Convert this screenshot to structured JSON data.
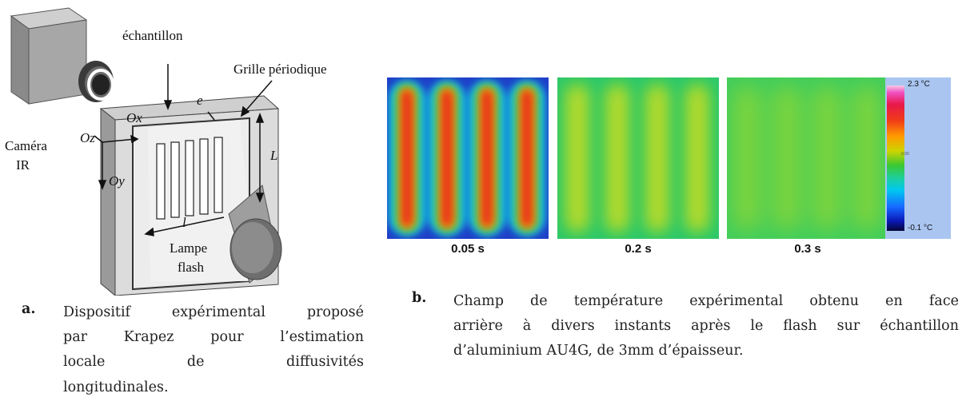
{
  "figure_a": {
    "labels": {
      "camera": "Caméra",
      "camera_ir": "IR",
      "sample": "échantillon",
      "grid": "Grille périodique",
      "e": "e",
      "ox": "Ox",
      "oz": "Oz",
      "oy": "Oy",
      "L": "L",
      "l": "l",
      "lamp": "Lampe",
      "flash": "flash"
    },
    "caption": {
      "letter": "a.",
      "lines": [
        "Dispositif expérimental proposé",
        "par Krapez pour l’estimation",
        "locale de diffusivités",
        "longitudinales."
      ]
    }
  },
  "figure_b": {
    "frames": [
      {
        "time": "0.05 s",
        "level": "high"
      },
      {
        "time": "0.2 s",
        "level": "mid"
      },
      {
        "time": "0.3 s",
        "level": "low"
      }
    ],
    "colorbar": {
      "max": "2.3 °C",
      "min": "-0.1 °C",
      "mid": "0.90"
    },
    "caption": {
      "letter": "b.",
      "lines": [
        "Champ de température expérimental obtenu en face",
        "arrière à divers instants après le flash sur échantillon",
        "d’aluminium AU4G, de 3mm d’épaisseur."
      ]
    }
  }
}
